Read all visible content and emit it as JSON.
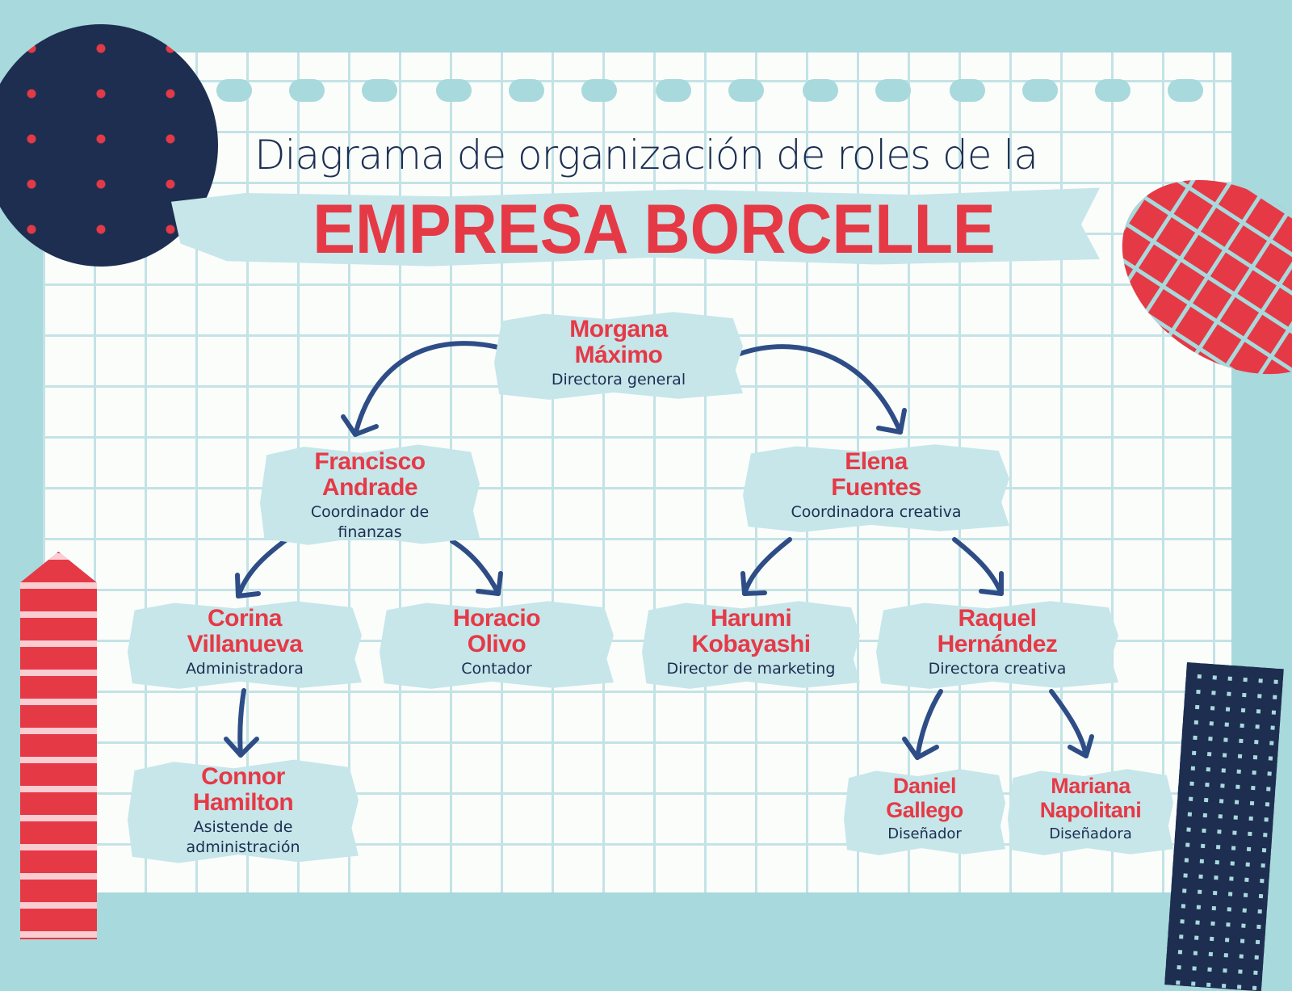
{
  "header": {
    "subtitle": "Diagrama de organización de roles de la",
    "title": "EMPRESA BORCELLE"
  },
  "nodes": {
    "morgana": {
      "name1": "Morgana",
      "name2": "Máximo",
      "role1": "Directora general",
      "role2": ""
    },
    "francisco": {
      "name1": "Francisco",
      "name2": "Andrade",
      "role1": "Coordinador de",
      "role2": "finanzas"
    },
    "elena": {
      "name1": "Elena",
      "name2": "Fuentes",
      "role1": "Coordinadora creativa",
      "role2": ""
    },
    "corina": {
      "name1": "Corina",
      "name2": "Villanueva",
      "role1": "Administradora",
      "role2": ""
    },
    "horacio": {
      "name1": "Horacio",
      "name2": "Olivo",
      "role1": "Contador",
      "role2": ""
    },
    "harumi": {
      "name1": "Harumi",
      "name2": "Kobayashi",
      "role1": "Director de marketing",
      "role2": ""
    },
    "raquel": {
      "name1": "Raquel",
      "name2": "Hernández",
      "role1": "Directora creativa",
      "role2": ""
    },
    "connor": {
      "name1": "Connor",
      "name2": "Hamilton",
      "role1": "Asistende de",
      "role2": "administración"
    },
    "daniel": {
      "name1": "Daniel",
      "name2": "Gallego",
      "role1": "Diseñador",
      "role2": ""
    },
    "mariana": {
      "name1": "Mariana",
      "name2": "Napolitani",
      "role1": "Diseñadora",
      "role2": ""
    }
  },
  "colors": {
    "navy": "#1d2e51",
    "red": "#e63946",
    "teal": "#a8d9dc",
    "paper": "#fbfdfb",
    "arrow": "#2e4d86"
  }
}
